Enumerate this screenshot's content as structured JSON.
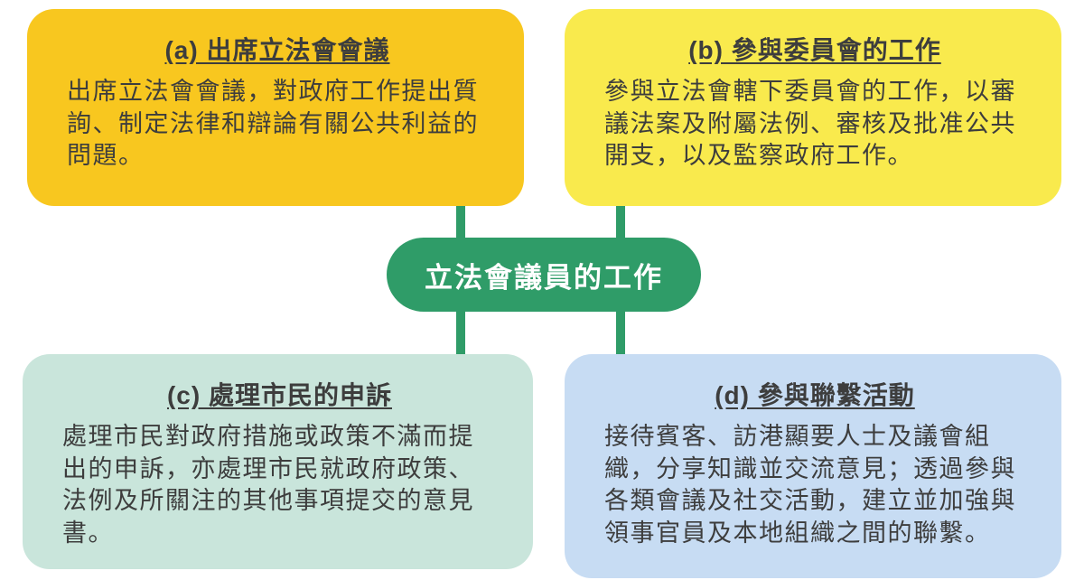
{
  "center": {
    "label": "立法會議員的工作"
  },
  "colors": {
    "center_bg": "#2f9c68",
    "connector": "#2f9c68",
    "box_a_bg": "#f8c71f",
    "box_b_bg": "#f9ea4d",
    "box_c_bg": "#c9e5db",
    "box_d_bg": "#c7dcf3",
    "text": "#3d3d3d"
  },
  "boxes": [
    {
      "id": "a",
      "title": "(a) 出席立法會會議",
      "body": "出席立法會會議，對政府工作提出質詢、制定法律和辯論有關公共利益的問題。"
    },
    {
      "id": "b",
      "title": "(b) 參與委員會的工作",
      "body": "參與立法會轄下委員會的工作，以審議法案及附屬法例、審核及批准公共開支，以及監察政府工作。"
    },
    {
      "id": "c",
      "title": "(c) 處理市民的申訴",
      "body": "處理市民對政府措施或政策不滿而提出的申訴，亦處理市民就政府政策、法例及所關注的其他事項提交的意見書。"
    },
    {
      "id": "d",
      "title": "(d) 參與聯繫活動",
      "body": "接待賓客、訪港顯要人士及議會組織，分享知識並交流意見；透過參與各類會議及社交活動，建立並加強與領事官員及本地組織之間的聯繫。"
    }
  ]
}
